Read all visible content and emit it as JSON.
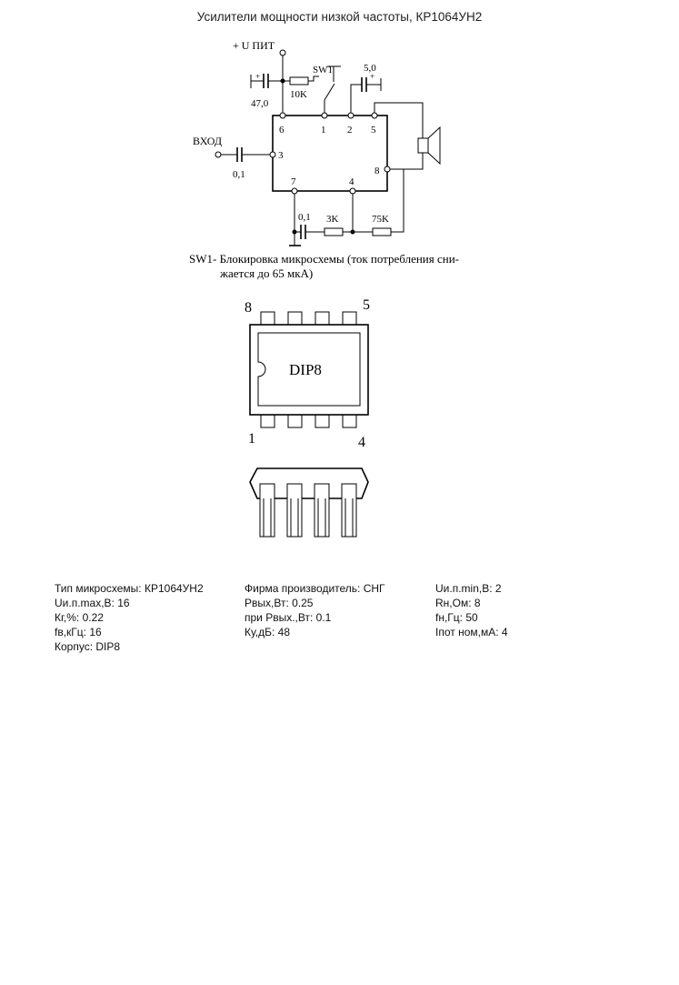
{
  "header": {
    "title": "Усилители мощности низкой частоты, КР1064УН2"
  },
  "schematic": {
    "supply_label": "+ U ПИТ",
    "switch_label": "SW1",
    "input_label": "ВХОД",
    "plus_sign": "+",
    "components": {
      "c_supply": "47,0",
      "r_10k": "10K",
      "c_out": "5,0",
      "c_in": "0,1",
      "c_fb": "0,1",
      "r_3k": "3K",
      "r_75k": "75K"
    },
    "pins": {
      "p6": "6",
      "p1": "1",
      "p2": "2",
      "p5": "5",
      "p3": "3",
      "p8": "8",
      "p7": "7",
      "p4": "4"
    }
  },
  "note": {
    "line1": "SW1- Блокировка микросхемы (ток потребления сни-",
    "line2": "жается до 65 мкА)"
  },
  "package": {
    "label": "DIP8",
    "pin_top_left": "8",
    "pin_top_right": "5",
    "pin_bottom_left": "1",
    "pin_bottom_right": "4"
  },
  "specs": {
    "col1": [
      "Тип микросхемы: КР1064УН2",
      "Uи.п.max,В: 16",
      "Кг,%: 0.22",
      "fв,кГц: 16",
      "Корпус: DIP8"
    ],
    "col2": [
      "Фирма производитель: СНГ",
      "Рвых,Вт: 0.25",
      "при Рвых.,Вт: 0.1",
      "Ку,дБ: 48"
    ],
    "col3": [
      "Uи.п.min,В: 2",
      "Rн,Ом: 8",
      "fн,Гц: 50",
      "Iпот ном,мА: 4"
    ]
  }
}
